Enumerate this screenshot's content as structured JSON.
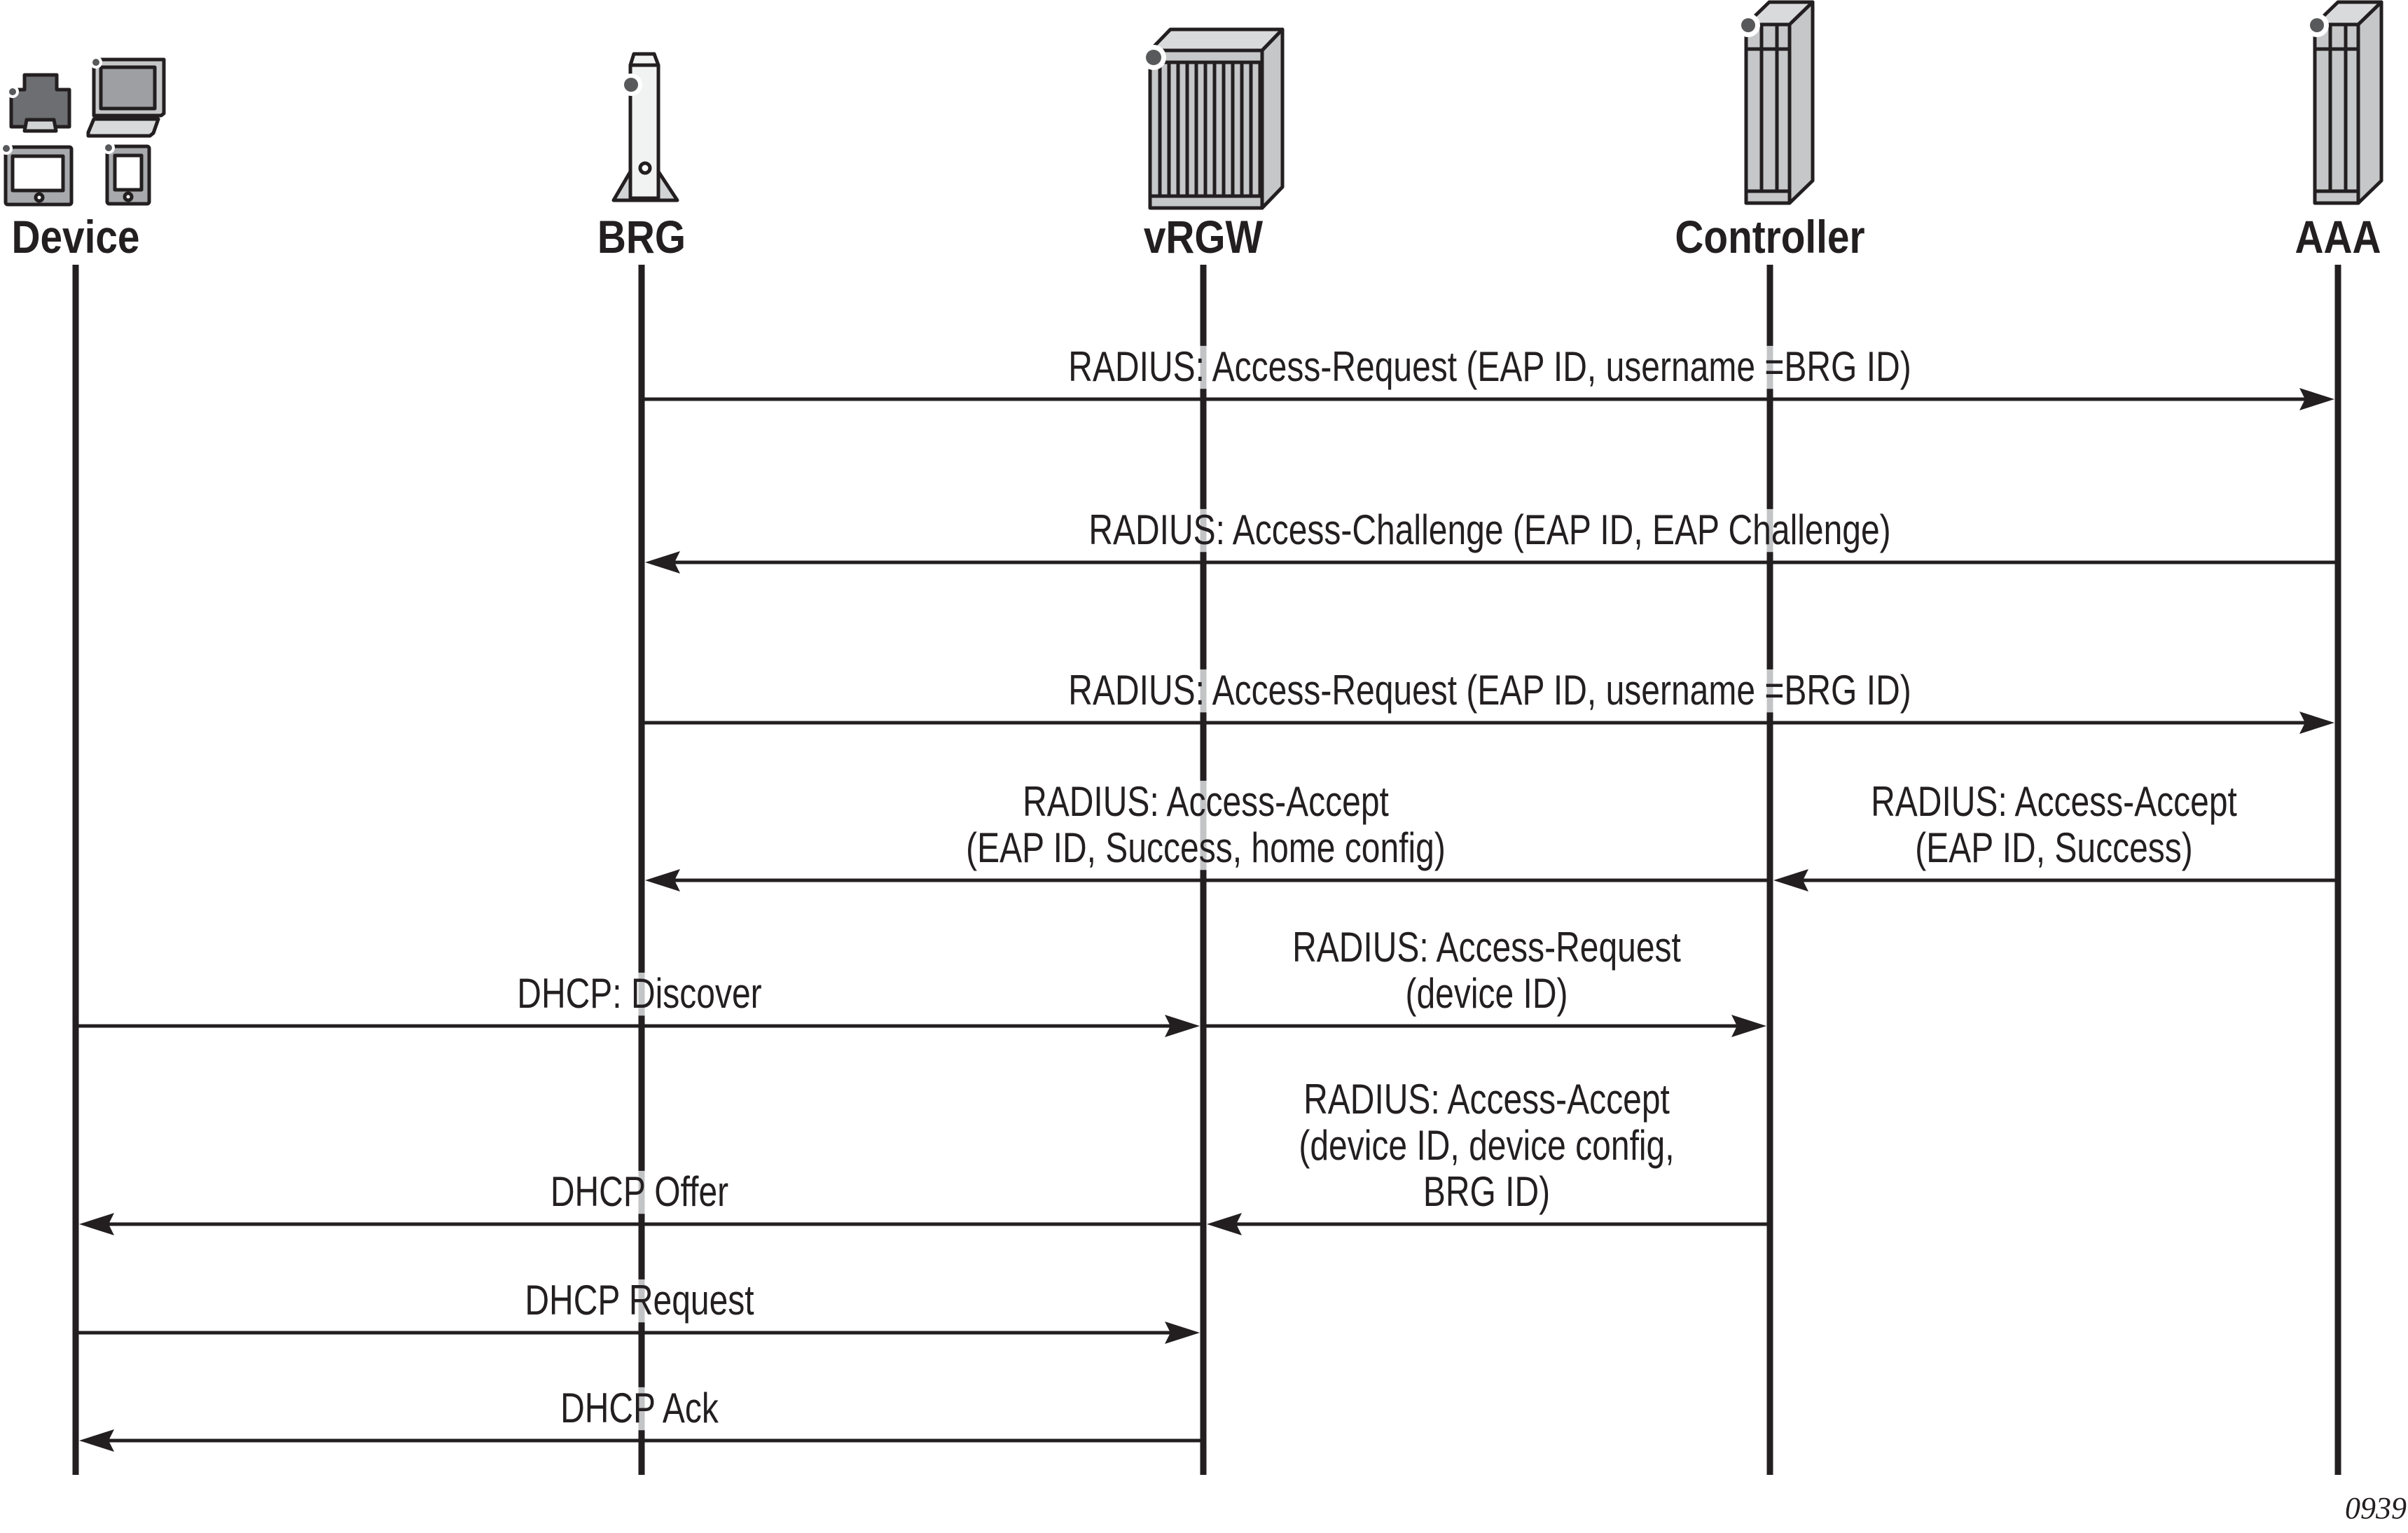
{
  "diagram": {
    "type": "sequence-diagram",
    "figure_id": "0939",
    "colors": {
      "ink": "#231f20",
      "device_fill_dark": "#6d6e71",
      "device_fill_mid": "#a7a9ac",
      "device_fill_light": "#c6c7c9",
      "device_fill_top": "#d9dadb",
      "status_dot": "#58595b",
      "text_halo_gap": "#c3c4c6"
    },
    "participants": [
      {
        "id": "device",
        "label": "Device",
        "icon": "client-devices-icon"
      },
      {
        "id": "brg",
        "label": "BRG",
        "icon": "gateway-icon"
      },
      {
        "id": "vrgw",
        "label": "vRGW",
        "icon": "chassis-router-icon"
      },
      {
        "id": "controller",
        "label": "Controller",
        "icon": "server-icon"
      },
      {
        "id": "aaa",
        "label": "AAA",
        "icon": "server-icon"
      }
    ],
    "messages": [
      {
        "from": "brg",
        "to": "aaa",
        "lines": [
          "RADIUS: Access-Request (EAP ID, username =BRG ID)"
        ]
      },
      {
        "from": "aaa",
        "to": "brg",
        "lines": [
          "RADIUS: Access-Challenge (EAP ID, EAP Challenge)"
        ]
      },
      {
        "from": "brg",
        "to": "aaa",
        "lines": [
          "RADIUS: Access-Request (EAP ID, username =BRG ID)"
        ]
      },
      {
        "from": "controller",
        "to": "brg",
        "lines": [
          "RADIUS: Access-Accept",
          "(EAP ID, Success, home config)"
        ]
      },
      {
        "from": "aaa",
        "to": "controller",
        "lines": [
          "RADIUS: Access-Accept",
          "(EAP ID, Success)"
        ]
      },
      {
        "from": "device",
        "to": "vrgw",
        "lines": [
          "DHCP: Discover"
        ]
      },
      {
        "from": "vrgw",
        "to": "controller",
        "lines": [
          "RADIUS: Access-Request",
          "(device ID)"
        ]
      },
      {
        "from": "controller",
        "to": "vrgw",
        "lines": [
          "RADIUS: Access-Accept",
          "(device ID, device config,",
          "BRG ID)"
        ]
      },
      {
        "from": "vrgw",
        "to": "device",
        "lines": [
          "DHCP Offer"
        ]
      },
      {
        "from": "device",
        "to": "vrgw",
        "lines": [
          "DHCP Request"
        ]
      },
      {
        "from": "vrgw",
        "to": "device",
        "lines": [
          "DHCP Ack"
        ]
      }
    ]
  }
}
